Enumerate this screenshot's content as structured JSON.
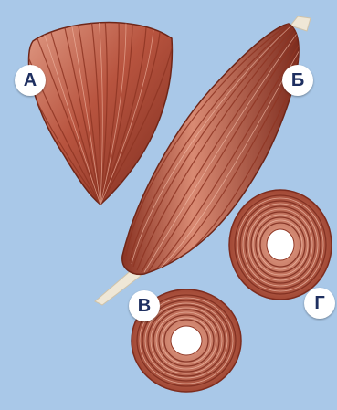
{
  "labels": {
    "a": "А",
    "b": "Б",
    "v": "В",
    "g": "Г"
  },
  "colors": {
    "background": "#a9c8e8",
    "muscle": "#b8543f",
    "muscle_dark": "#7d2c1e",
    "muscle_light": "#e4a08a",
    "tendon": "#efe7d6",
    "label_text": "#1e2f60"
  }
}
